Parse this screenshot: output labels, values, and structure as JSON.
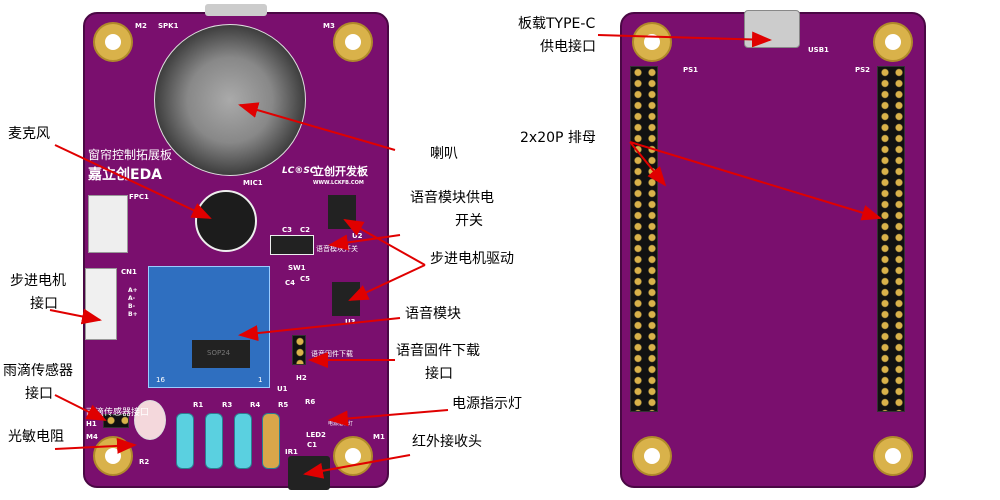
{
  "left_board": {
    "silk": {
      "m2": "M2",
      "spk1": "SPK1",
      "m3": "M3",
      "title": "窗帘控制拓展板",
      "brand": "嘉立创EDA",
      "lcsc": "LC®SC",
      "lckfb": "立创开发板",
      "url": "WWW.LCKFB.COM",
      "mic1": "MIC1",
      "fpc1": "FPC1",
      "c3": "C3",
      "c2": "C2",
      "u2": "U2",
      "sw1": "SW1",
      "sw_label": "语音模块开关",
      "cn1": "CN1",
      "ap": "A+",
      "am": "A-",
      "bm": "B-",
      "bp": "B+",
      "c4": "C4",
      "c5": "C5",
      "u3": "U3",
      "sop24": "SOP24",
      "pin16": "16",
      "pin1": "1",
      "u1": "U1",
      "h2": "H2",
      "h2_label": "语音固件下载",
      "r1": "R1",
      "r3": "R3",
      "r4": "R4",
      "r5": "R5",
      "r6": "R6",
      "led2": "LED2",
      "led_label": "电源指示灯",
      "c1": "C1",
      "ir1": "IR1",
      "h1": "H1",
      "h1_label": "雨滴传感器接口",
      "m4": "M4",
      "r2": "R2",
      "m1": "M1"
    }
  },
  "right_board": {
    "silk": {
      "usb1": "USB1",
      "ps1": "PS1",
      "ps2": "PS2"
    }
  },
  "annotations": {
    "mic": "麦克风",
    "speaker": "喇叭",
    "voice_power_1": "语音模块供电",
    "voice_power_2": "开关",
    "stepper_driver": "步进电机驱动",
    "stepper_port_1": "步进电机",
    "stepper_port_2": "接口",
    "voice_module": "语音模块",
    "firmware_1": "语音固件下载",
    "firmware_2": "接口",
    "rain_1": "雨滴传感器",
    "rain_2": "接口",
    "power_led": "电源指示灯",
    "photoresistor": "光敏电阻",
    "ir_receiver": "红外接收头",
    "typec_1": "板载TYPE-C",
    "typec_2": "供电接口",
    "header": "2x20P 排母"
  },
  "colors": {
    "pcb": "#7a0f6e",
    "arrow": "#e00000",
    "module": "#2f6fc0"
  }
}
